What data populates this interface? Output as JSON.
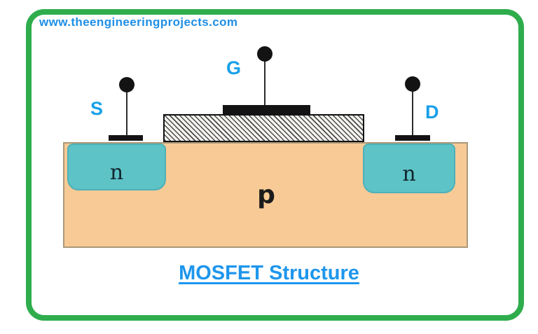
{
  "watermark": {
    "url": "www.theengineeringprojects.com"
  },
  "title": {
    "text": "MOSFET Structure"
  },
  "diagram": {
    "type": "MOSFET cross-section",
    "terminals": [
      {
        "id": "source",
        "label": "S"
      },
      {
        "id": "gate",
        "label": "G"
      },
      {
        "id": "drain",
        "label": "D"
      }
    ],
    "regions": {
      "source_well_label": "n",
      "drain_well_label": "n",
      "substrate_label": "p"
    }
  },
  "colors": {
    "frame-green": "#2FAD4D",
    "link-blue": "#1E8FE6",
    "title-blue": "#1E96EC",
    "terminal-blue": "#18A0E8",
    "substrate-peach": "#F8CA95",
    "substrate-border": "#AB9878",
    "n-teal": "#5EC3C7",
    "n-border": "#4DB0B8",
    "electrode-black": "#131313"
  }
}
